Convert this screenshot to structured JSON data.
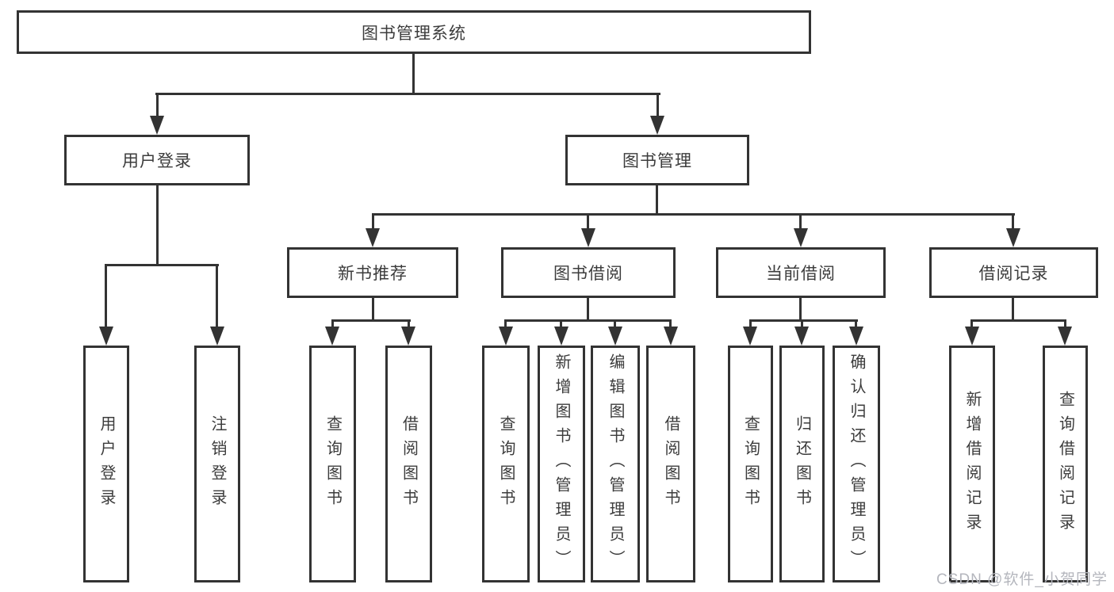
{
  "diagram_type": "function-structure tree",
  "colors": {
    "line": "#333333",
    "box_border": "#333333",
    "text": "#3c3c3c",
    "background": "#ffffff",
    "watermark": "#b4b6bd"
  },
  "nodes": {
    "root": {
      "label": "图书管理系统"
    },
    "login": {
      "label": "用户登录"
    },
    "book_mgmt": {
      "label": "图书管理"
    },
    "new_book": {
      "label": "新书推荐"
    },
    "borrow": {
      "label": "图书借阅"
    },
    "current": {
      "label": "当前借阅"
    },
    "records": {
      "label": "借阅记录"
    },
    "login_user": {
      "label": "用户登录"
    },
    "login_out": {
      "label": "注销登录"
    },
    "nb_query": {
      "label": "查询图书"
    },
    "nb_borrow": {
      "label": "借阅图书"
    },
    "br_query": {
      "label": "查询图书"
    },
    "br_add": {
      "label": "新增图书（管理员）"
    },
    "br_edit": {
      "label": "编辑图书（管理员）"
    },
    "br_borrow": {
      "label": "借阅图书"
    },
    "cur_query": {
      "label": "查询图书"
    },
    "cur_return": {
      "label": "归还图书"
    },
    "cur_confirm": {
      "label": "确认归还（管理员）"
    },
    "rec_add": {
      "label": "新增借阅记录"
    },
    "rec_query": {
      "label": "查询借阅记录"
    }
  },
  "hierarchy": {
    "图书管理系统": {
      "用户登录": [
        "用户登录",
        "注销登录"
      ],
      "图书管理": {
        "新书推荐": [
          "查询图书",
          "借阅图书"
        ],
        "图书借阅": [
          "查询图书",
          "新增图书（管理员）",
          "编辑图书（管理员）",
          "借阅图书"
        ],
        "当前借阅": [
          "查询图书",
          "归还图书",
          "确认归还（管理员）"
        ],
        "借阅记录": [
          "新增借阅记录",
          "查询借阅记录"
        ]
      }
    }
  },
  "watermark": "CSDN @软件_小贺同学"
}
